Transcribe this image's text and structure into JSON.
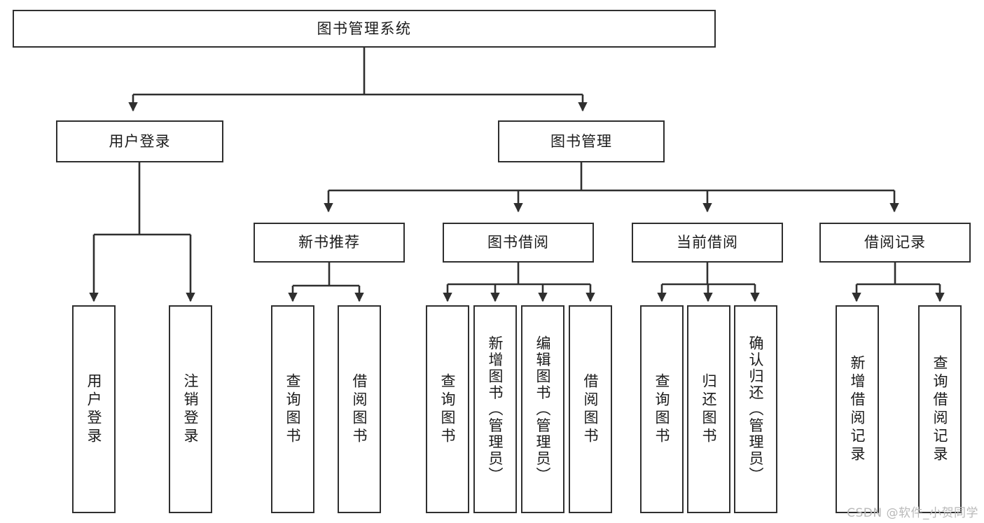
{
  "diagram": {
    "title": "图书管理系统",
    "watermark": "CSDN @软件_小贺同学",
    "accent_color": "#2f2f2f",
    "background_color": "#ffffff",
    "level1": {
      "label": "图书管理系统"
    },
    "level2": [
      {
        "label": "用户登录"
      },
      {
        "label": "图书管理"
      }
    ],
    "level3": [
      {
        "label": "新书推荐"
      },
      {
        "label": "图书借阅"
      },
      {
        "label": "当前借阅"
      },
      {
        "label": "借阅记录"
      }
    ],
    "leaves": {
      "user_login": [
        {
          "label": "用户登录"
        },
        {
          "label": "注销登录"
        }
      ],
      "new_book": [
        {
          "label": "查询图书"
        },
        {
          "label": "借阅图书"
        }
      ],
      "book_borrow": [
        {
          "label": "查询图书"
        },
        {
          "label": "新增图书（管理员）"
        },
        {
          "label": "编辑图书（管理员）"
        },
        {
          "label": "借阅图书"
        }
      ],
      "current_borrow": [
        {
          "label": "查询图书"
        },
        {
          "label": "归还图书"
        },
        {
          "label": "确认归还（管理员）"
        }
      ],
      "borrow_record": [
        {
          "label": "新增借阅记录"
        },
        {
          "label": "查询借阅记录"
        }
      ]
    }
  }
}
